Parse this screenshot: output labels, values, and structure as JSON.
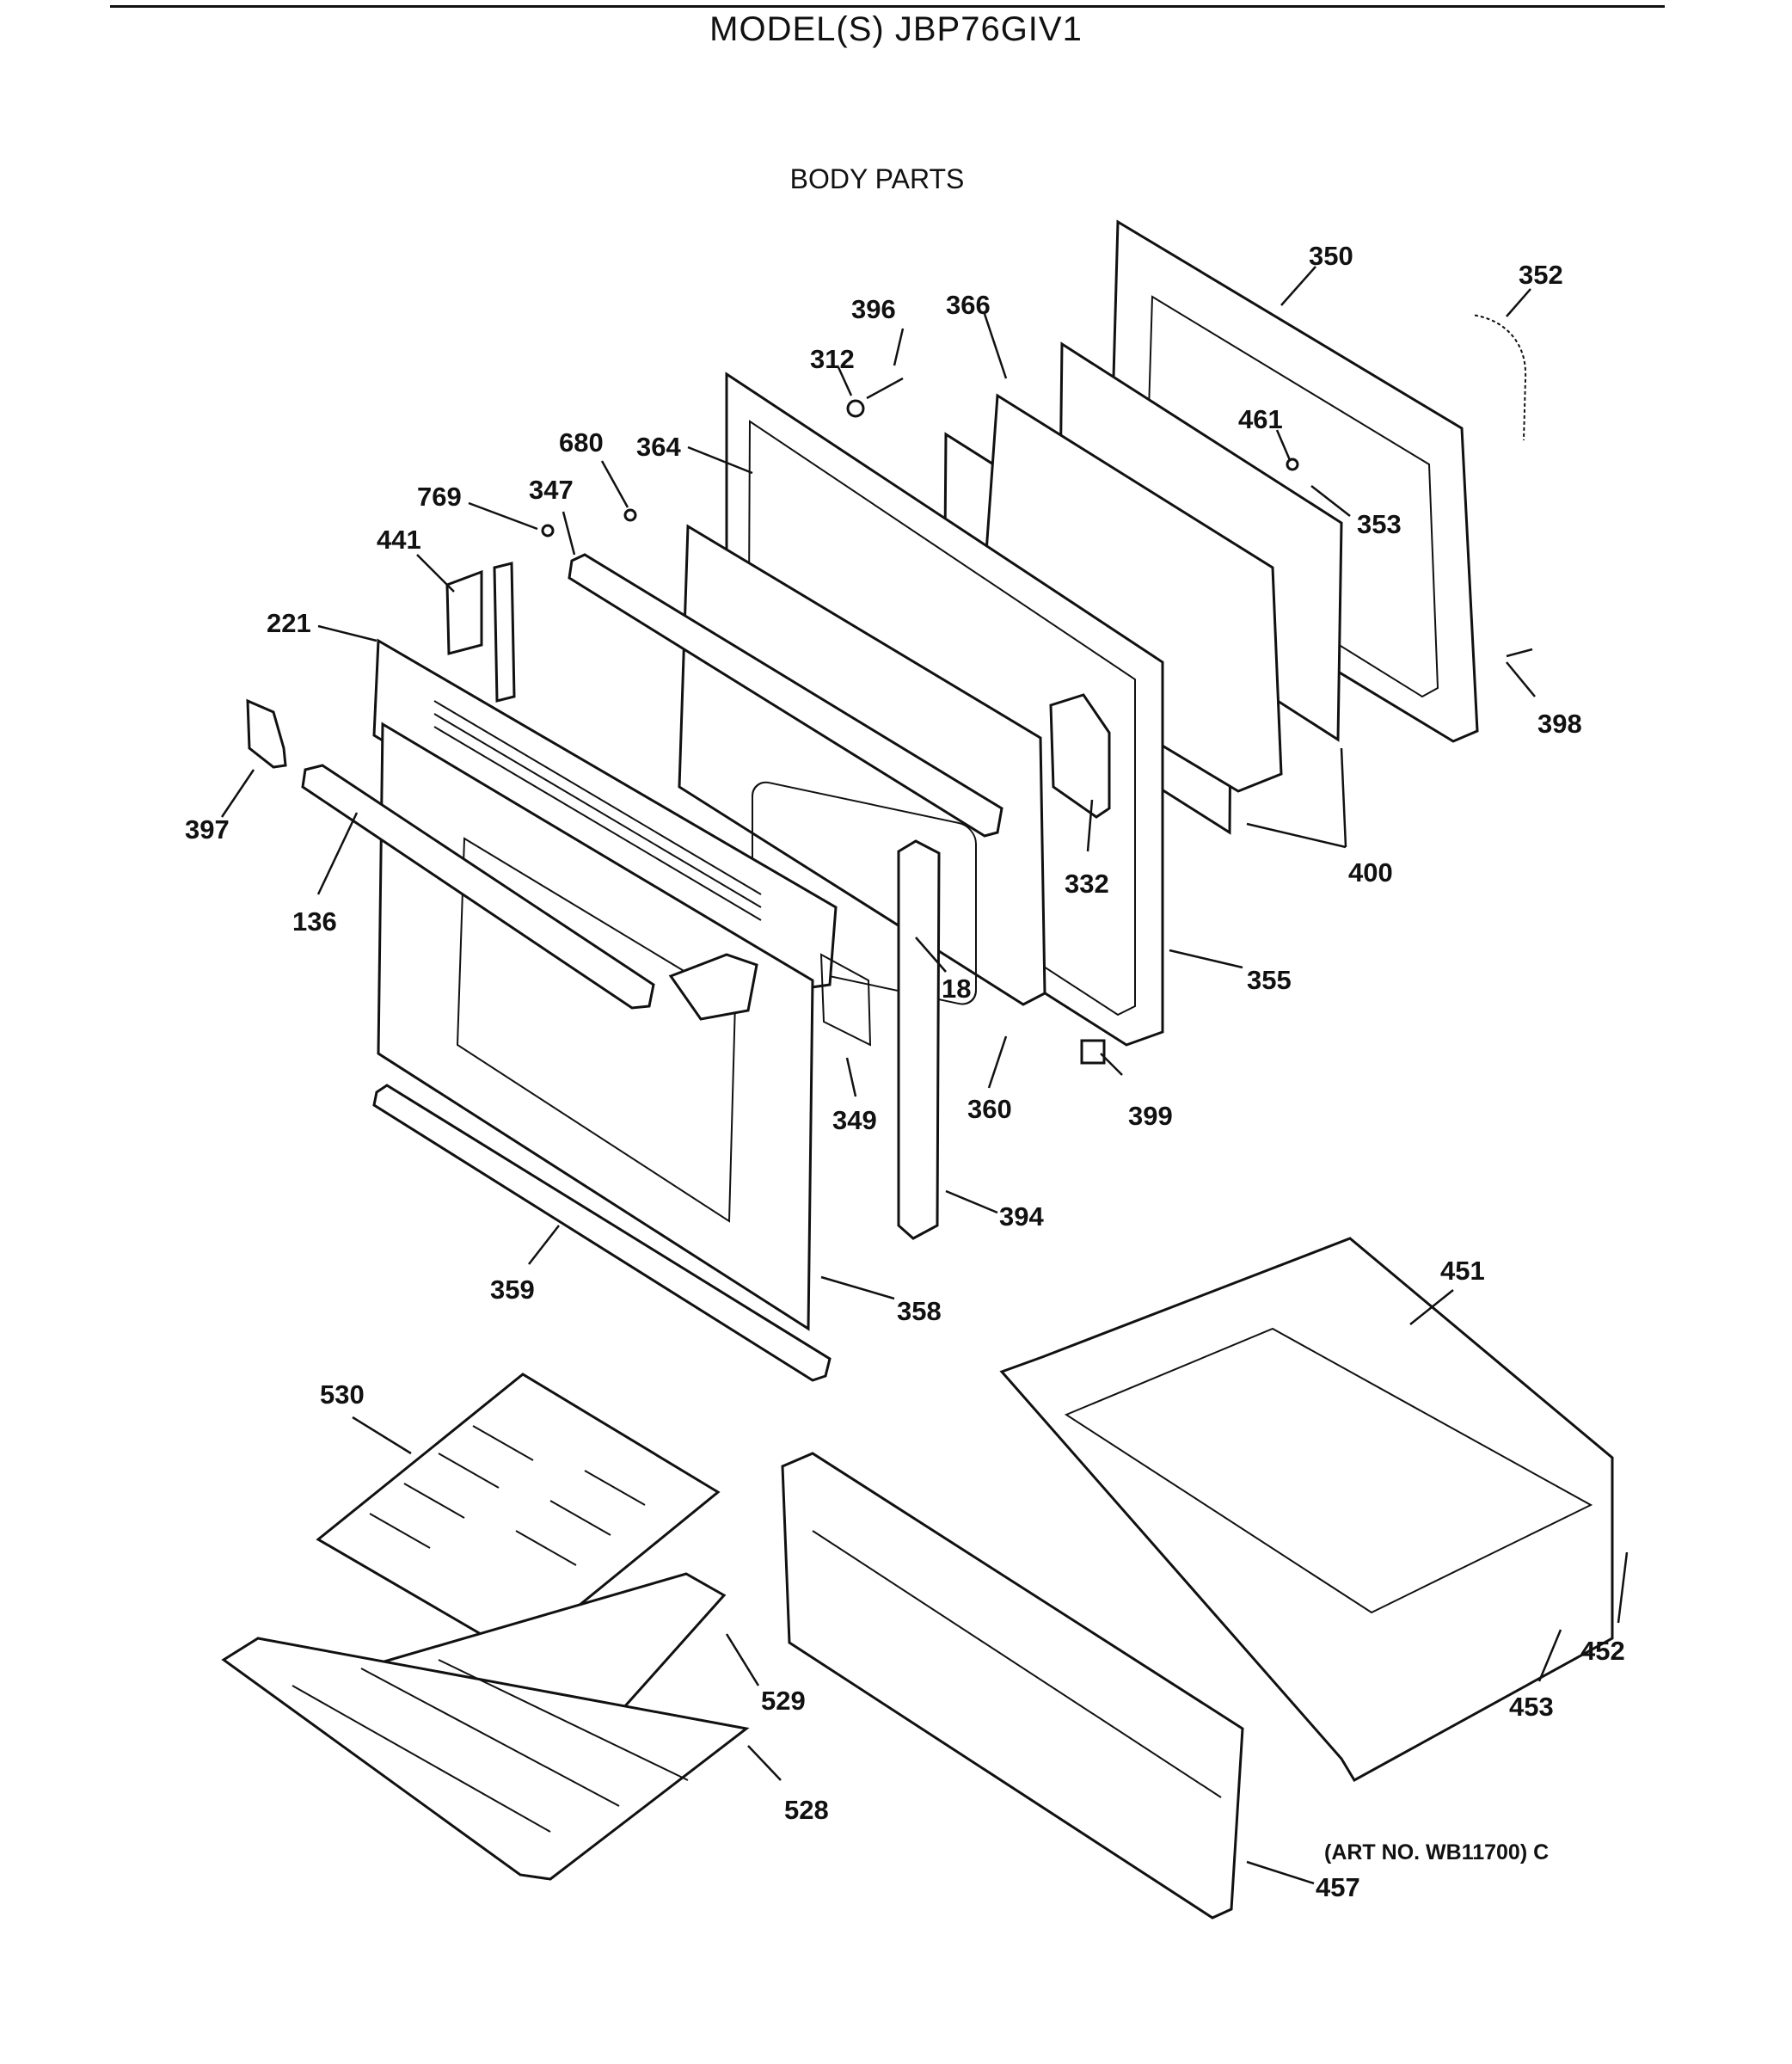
{
  "title": "MODEL(S) JBP76GIV1",
  "subtitle": "BODY PARTS",
  "art_number": "(ART NO. WB11700) C",
  "part_labels": {
    "p350": "350",
    "p352": "352",
    "p396": "396",
    "p366": "366",
    "p312": "312",
    "p461": "461",
    "p680": "680",
    "p364": "364",
    "p353": "353",
    "p769": "769",
    "p347": "347",
    "p441": "441",
    "p221": "221",
    "p398": "398",
    "p397": "397",
    "p136": "136",
    "p332": "332",
    "p400": "400",
    "p18": "18",
    "p355": "355",
    "p349": "349",
    "p360": "360",
    "p399": "399",
    "p394": "394",
    "p359": "359",
    "p358": "358",
    "p451": "451",
    "p530": "530",
    "p529": "529",
    "p452": "452",
    "p453": "453",
    "p528": "528",
    "p457": "457"
  }
}
